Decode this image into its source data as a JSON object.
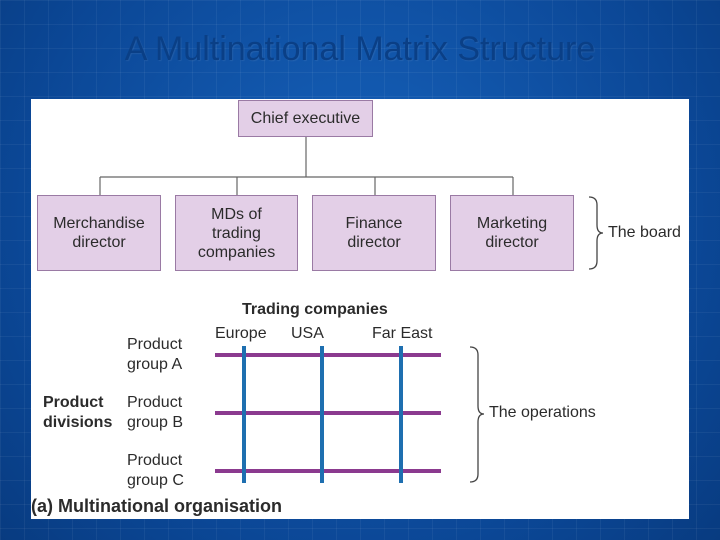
{
  "slide": {
    "title": "A Multinational Matrix Structure"
  },
  "org_chart": {
    "chief": "Chief executive",
    "directors": [
      "Merchandise\ndirector",
      "MDs of\ntrading\ncompanies",
      "Finance\ndirector",
      "Marketing\ndirector"
    ],
    "board_label": "The board"
  },
  "matrix": {
    "header": "Trading companies",
    "regions": [
      "Europe",
      "USA",
      "Far East"
    ],
    "divisions_label": "Product\ndivisions",
    "product_groups": [
      "Product\ngroup A",
      "Product\ngroup B",
      "Product\ngroup C"
    ],
    "operations_label": "The operations"
  },
  "caption": "(a) Multinational organisation",
  "colors": {
    "boxes": "#e3cfe7",
    "vertical_lines": "#1e6fb0",
    "horizontal_lines": "#8b3a8f"
  }
}
